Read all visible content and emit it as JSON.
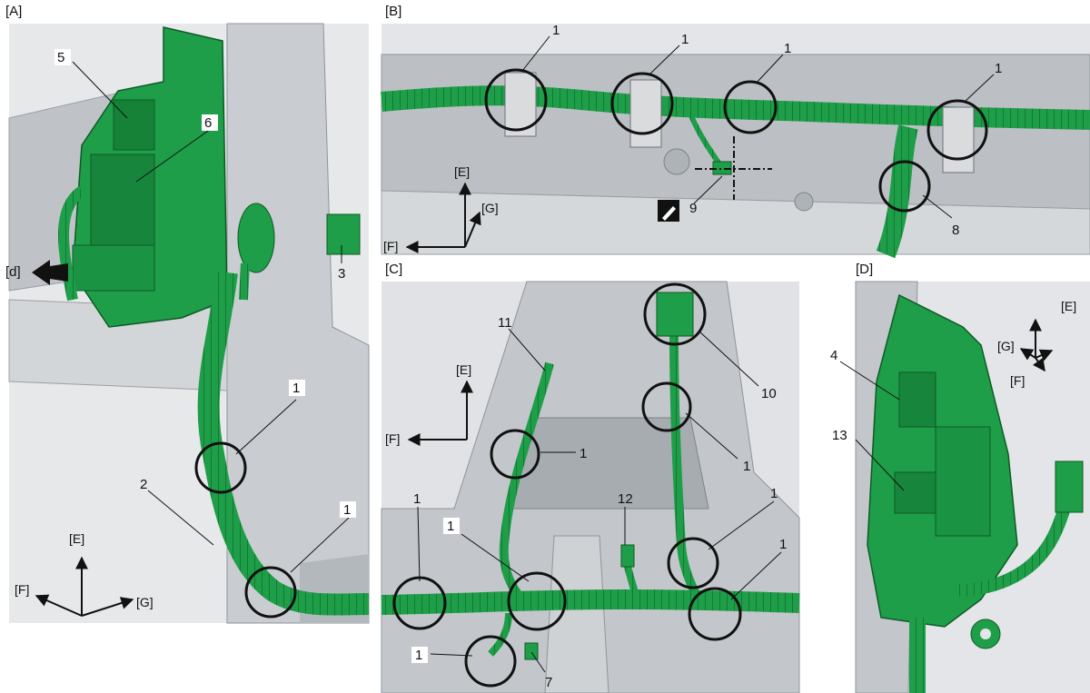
{
  "panels": {
    "A": {
      "label": "[A]"
    },
    "B": {
      "label": "[B]"
    },
    "C": {
      "label": "[C]"
    },
    "D": {
      "label": "[D]"
    }
  },
  "axes": {
    "E": "[E]",
    "F": "[F]",
    "G": "[G]"
  },
  "view_arrow": {
    "label": "[d]"
  },
  "callouts": {
    "n1": "1",
    "n2": "2",
    "n3": "3",
    "n4": "4",
    "n5": "5",
    "n6": "6",
    "n7": "7",
    "n8": "8",
    "n9": "9",
    "n10": "10",
    "n11": "11",
    "n12": "12",
    "n13": "13"
  },
  "colors": {
    "harness": "#1e9e48",
    "harness_dark": "#127a33",
    "body": "#d9dcdf",
    "body_dark": "#9aa0a6",
    "highlight": "#111111"
  },
  "icons": {
    "tool": "wrench-tool-icon"
  }
}
